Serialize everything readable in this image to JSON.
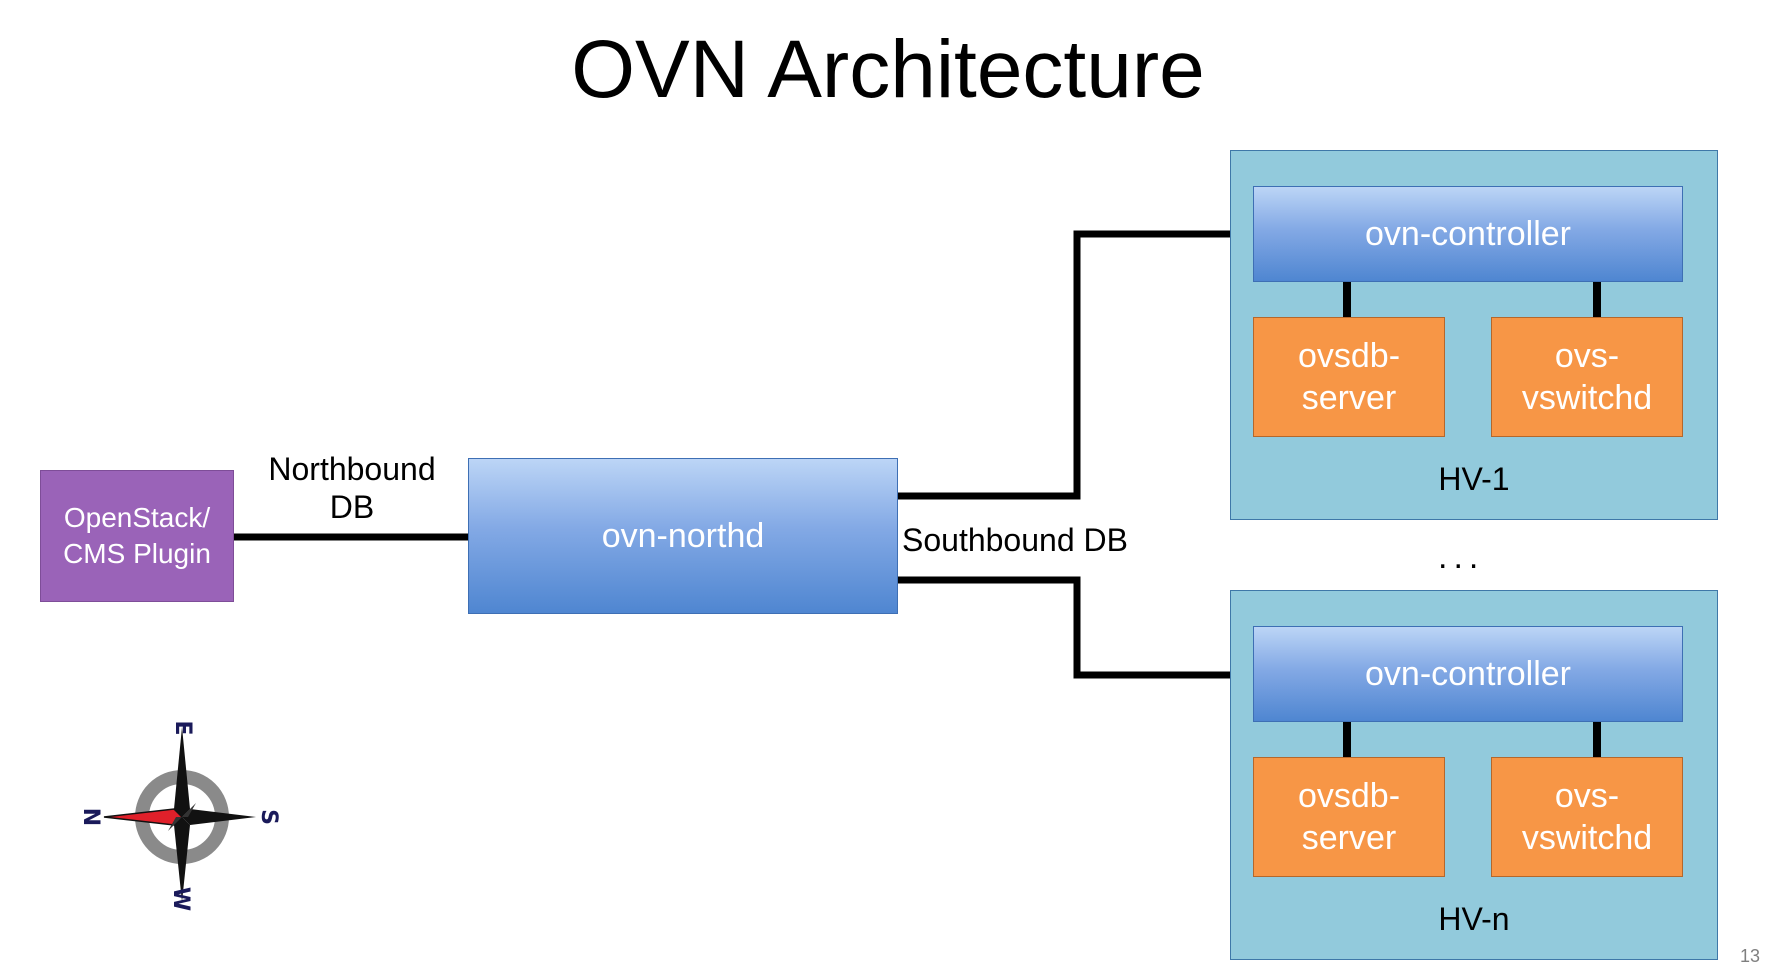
{
  "slide": {
    "title": "OVN Architecture",
    "page_number": "13"
  },
  "nodes": {
    "cms_plugin": "OpenStack/\nCMS Plugin",
    "northd": "ovn-northd"
  },
  "labels": {
    "northbound_db": "Northbound\nDB",
    "southbound_db": "Southbound DB",
    "ellipsis": "..."
  },
  "hypervisors": [
    {
      "name": "HV-1",
      "controller": "ovn-controller",
      "ovsdb": "ovsdb-\nserver",
      "vswitchd": "ovs-\nvswitchd"
    },
    {
      "name": "HV-n",
      "controller": "ovn-controller",
      "ovsdb": "ovsdb-\nserver",
      "vswitchd": "ovs-\nvswitchd"
    }
  ],
  "compass": {
    "n": "N",
    "e": "E",
    "s": "S",
    "w": "W"
  },
  "colors": {
    "cms": "#9a63b8",
    "blue_box": "#4f86d1",
    "hv_background": "#92cadc",
    "orange_box": "#f79646",
    "compass_needle": "#e0202a"
  }
}
